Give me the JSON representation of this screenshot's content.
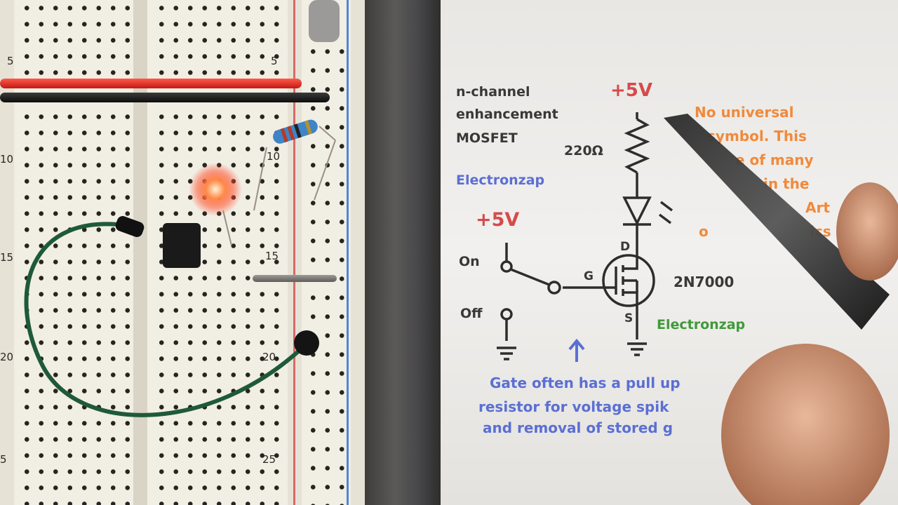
{
  "breadboard": {
    "row_numbers_left": [
      "5",
      "10",
      "15",
      "20",
      "5"
    ],
    "row_numbers_mid": [
      "5",
      "10",
      "15",
      "20",
      "25"
    ]
  },
  "schematic": {
    "title_lines": [
      "n-channel",
      "enhancement",
      "MOSFET"
    ],
    "supply_top": "+5V",
    "supply_left": "+5V",
    "resistor_label": "220Ω",
    "watermark_1": "Electronzap",
    "watermark_2": "Electronzap",
    "switch_on": "On",
    "switch_off": "Off",
    "pin_gate": "G",
    "pin_drain": "D",
    "pin_source": "S",
    "part_number": "2N7000",
    "note_lines": [
      "No universal",
      "symbol. This",
      "e of many",
      "in the",
      "Art",
      "o",
      "ics"
    ],
    "caption_lines": [
      "Gate often has a pull up",
      "resistor for voltage spik",
      "and removal of stored g"
    ]
  },
  "colors": {
    "red_text": "#d64a4a",
    "orange_text": "#f08a3c",
    "blue_text": "#5b6fd3",
    "green_text": "#3f9a3a",
    "led_glow": "#ff6a3a"
  }
}
